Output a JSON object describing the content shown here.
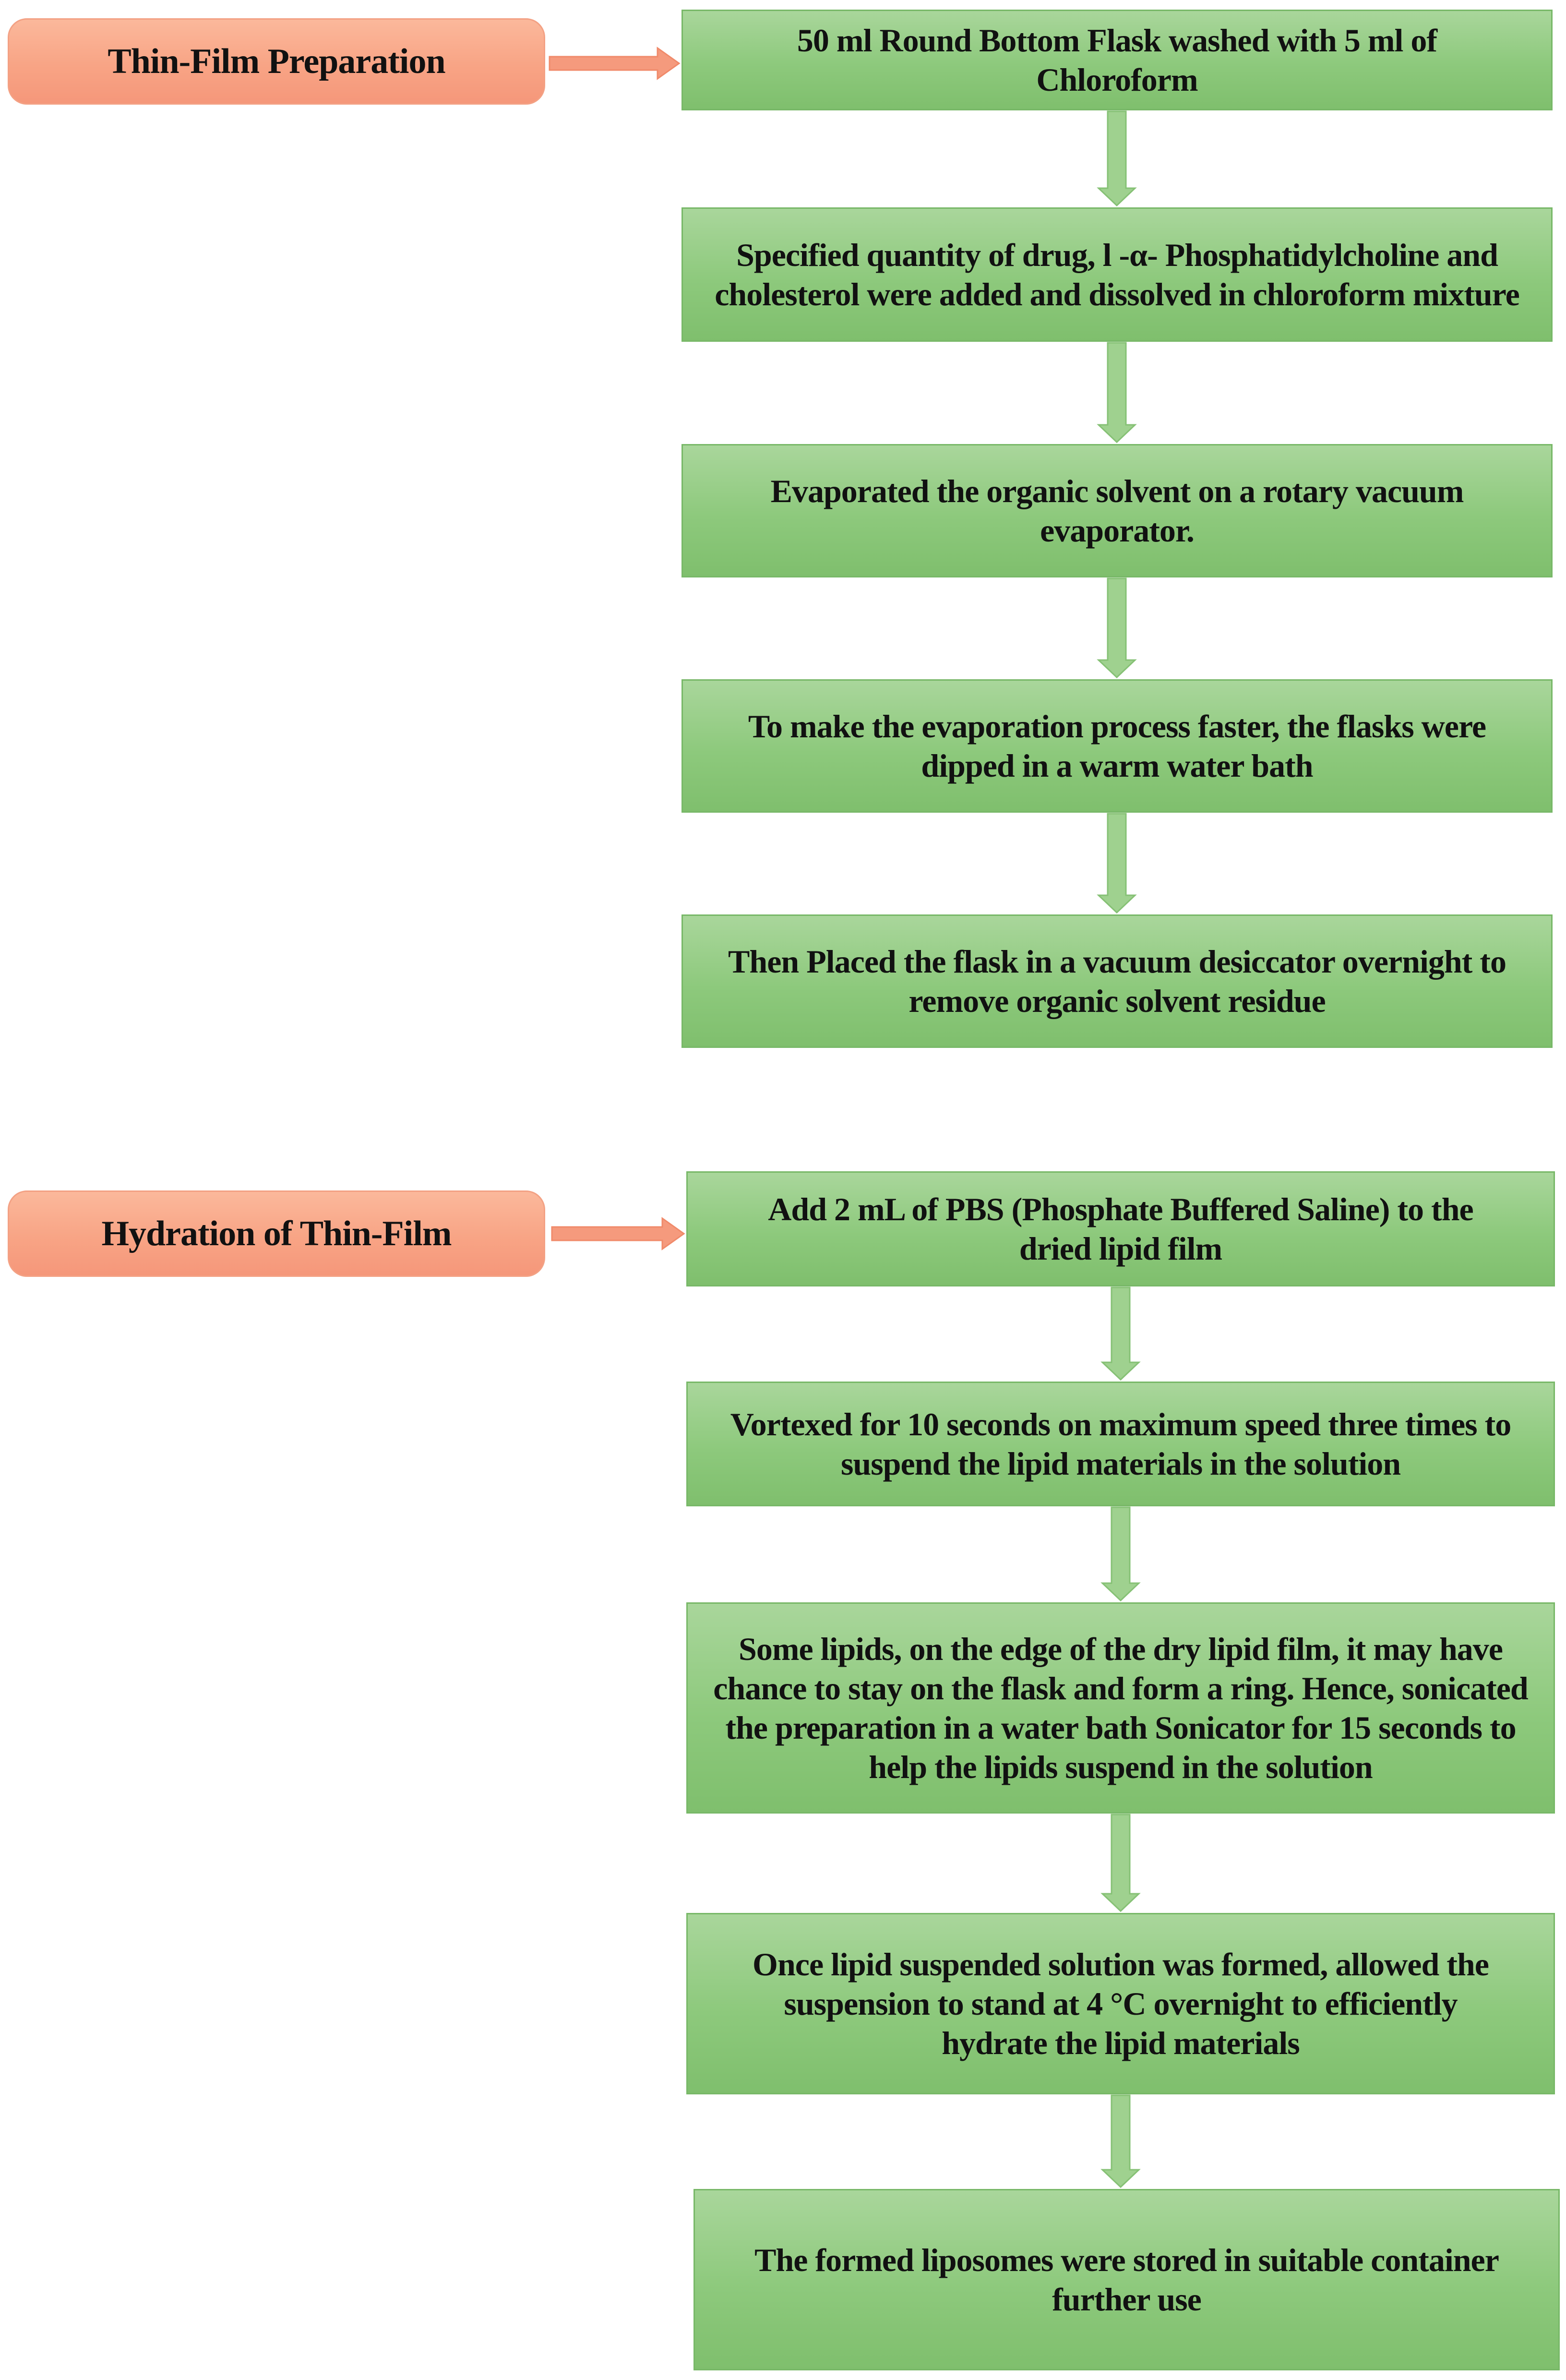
{
  "phases": [
    {
      "id": "thin-film",
      "label": "Thin-Film Preparation"
    },
    {
      "id": "hydration",
      "label": "Hydration of Thin-Film"
    }
  ],
  "steps": [
    {
      "text": "50 ml Round Bottom Flask washed with 5 ml of Chloroform"
    },
    {
      "text": "Specified quantity of drug, l -α- Phosphatidylcholine and cholesterol were added and dissolved in chloroform mixture"
    },
    {
      "text": "Evaporated the organic solvent on a rotary vacuum evaporator."
    },
    {
      "text": "To make the evaporation process faster, the flasks were dipped in a warm water bath"
    },
    {
      "text": "Then Placed the flask in a vacuum desiccator overnight to remove organic solvent residue"
    },
    {
      "text": "Add 2 mL of PBS (Phosphate Buffered Saline) to the dried lipid film"
    },
    {
      "text": "Vortexed for 10 seconds on maximum speed three times to suspend the lipid materials in the solution"
    },
    {
      "text": "Some lipids, on the edge of the dry lipid film, it may have chance to stay on the flask and form a ring. Hence, sonicated the preparation in a water bath Sonicator for 15 seconds to help the lipids suspend in the solution"
    },
    {
      "text": "Once lipid suspended solution was formed, allowed the suspension to stand at 4 °C overnight to efficiently hydrate the lipid materials"
    },
    {
      "text": "The formed liposomes were stored in suitable container further use"
    }
  ],
  "colors": {
    "step_fill": "#8dc97c",
    "step_border": "#78b868",
    "phase_fill": "#f8a485",
    "phase_border": "#f3a184",
    "down_arrow": "#9fd18f",
    "side_arrow": "#f59a7d"
  }
}
